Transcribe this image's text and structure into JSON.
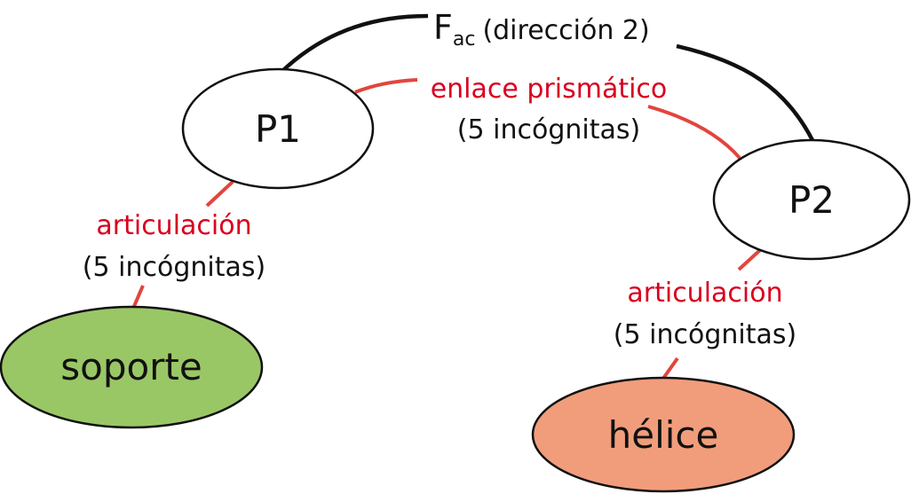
{
  "nodes": {
    "p1": {
      "label": "P1"
    },
    "p2": {
      "label": "P2"
    },
    "soporte": {
      "label": "soporte"
    },
    "helice": {
      "label": "hélice"
    }
  },
  "links": {
    "force": {
      "symbol": "F",
      "subscript": "ac",
      "detail": "(dirección 2)"
    },
    "prismatic": {
      "name": "enlace prismático",
      "unknowns": "(5 incógnitas)"
    },
    "joint_left": {
      "name": "articulación",
      "unknowns": "(5 incógnitas)"
    },
    "joint_right": {
      "name": "articulación",
      "unknowns": "(5 incógnitas)"
    }
  },
  "colors": {
    "soporte_fill": "#9ac766",
    "helice_fill": "#f19d7b",
    "link_red": "#e2453d",
    "label_red": "#d8001f",
    "stroke": "#111111"
  }
}
